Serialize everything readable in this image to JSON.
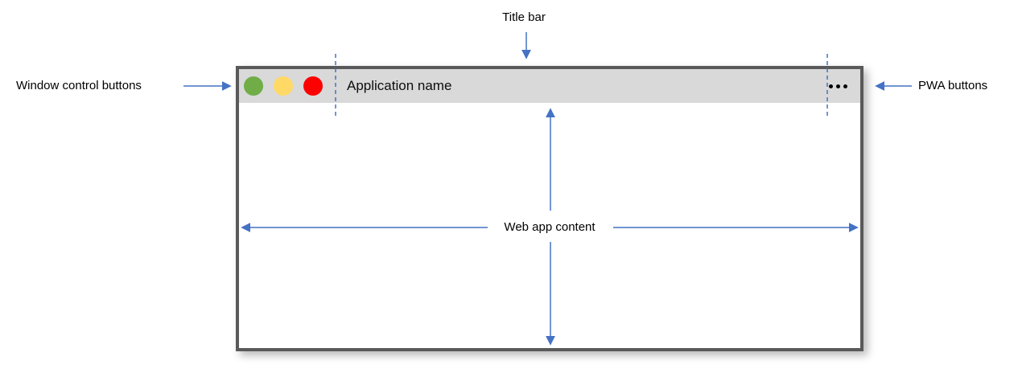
{
  "annotations": {
    "title_bar_label": "Title bar",
    "window_controls_label": "Window control buttons",
    "pwa_buttons_label": "PWA buttons",
    "web_app_content_label": "Web app content",
    "arrow_color": "#4472C4",
    "boundary_line_style": "dashed"
  },
  "app_window": {
    "title_bar": {
      "app_name": "Application name",
      "window_control_icons": [
        "green-circle-icon",
        "yellow-circle-icon",
        "red-circle-icon"
      ],
      "pwa_menu_icon": "ellipsis-icon"
    },
    "colors": {
      "border": "#595959",
      "title_bar_bg": "#D9D9D9",
      "content_bg": "#FFFFFF",
      "control_green": "#70AD47",
      "control_yellow": "#FFD966",
      "control_red": "#FF0000",
      "dots": "#000000"
    }
  }
}
